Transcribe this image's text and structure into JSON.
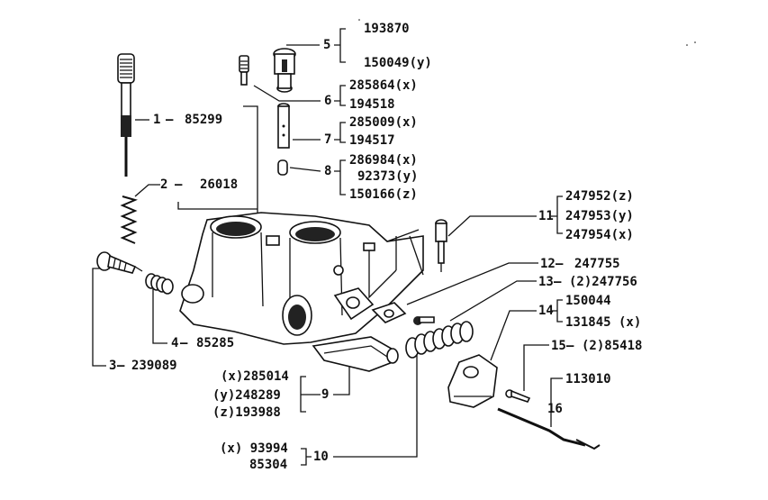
{
  "diagram": {
    "callouts": [
      {
        "id": "1",
        "ref": "1",
        "parts": [
          "85299"
        ]
      },
      {
        "id": "2",
        "ref": "2",
        "parts": [
          "26018"
        ]
      },
      {
        "id": "3",
        "ref": "3",
        "parts": [
          "239089"
        ]
      },
      {
        "id": "4",
        "ref": "4",
        "parts": [
          "85285"
        ]
      },
      {
        "id": "5",
        "ref": "5",
        "parts": [
          "193870",
          "150049(y)"
        ]
      },
      {
        "id": "6",
        "ref": "6",
        "parts": [
          "285864(x)",
          "194518"
        ]
      },
      {
        "id": "7",
        "ref": "7",
        "parts": [
          "285009(x)",
          "194517"
        ]
      },
      {
        "id": "8",
        "ref": "8",
        "parts": [
          "286984(x)",
          "92373(y)",
          "150166(z)"
        ]
      },
      {
        "id": "9",
        "ref": "9",
        "parts": [
          "(x)285014",
          "(y)248289",
          "(z)193988"
        ]
      },
      {
        "id": "10",
        "ref": "10",
        "parts": [
          "(x) 93994",
          "85304"
        ]
      },
      {
        "id": "11",
        "ref": "11",
        "parts": [
          "247952(z)",
          "247953(y)",
          "247954(x)"
        ]
      },
      {
        "id": "12",
        "ref": "12",
        "parts": [
          "247755"
        ]
      },
      {
        "id": "13",
        "ref": "13",
        "parts": [
          "(2)247756"
        ]
      },
      {
        "id": "14",
        "ref": "14",
        "parts": [
          "150044",
          "131845 (x)"
        ]
      },
      {
        "id": "15",
        "ref": "15",
        "parts": [
          "(2)85418"
        ]
      },
      {
        "id": "16",
        "ref": "16",
        "parts": [
          "113010"
        ]
      }
    ]
  }
}
